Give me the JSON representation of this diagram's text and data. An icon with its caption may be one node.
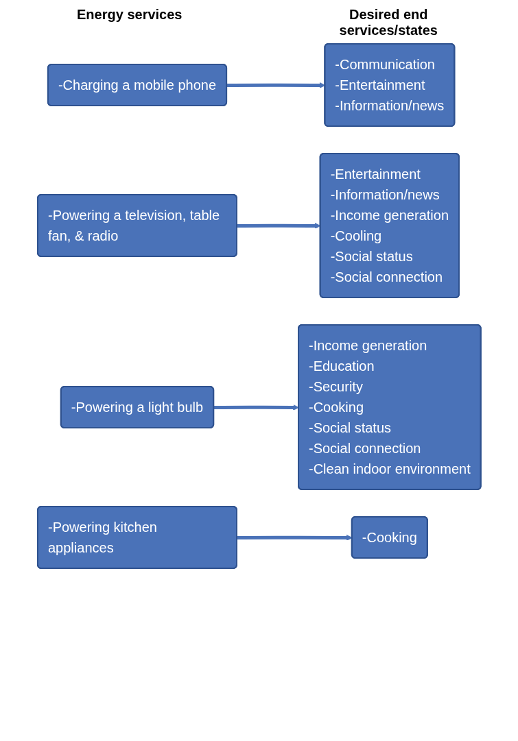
{
  "diagram": {
    "nodes": [
      {
        "text": [
          "-Charging a mobile phone"
        ]
      },
      {
        "text": [
          "-Communication",
          "-Entertainment",
          "-Information/news"
        ]
      },
      {
        "text": [
          "-Powering a television, table fan, & radio"
        ]
      },
      {
        "text": [
          "-Entertainment",
          "-Information/news",
          "-Income generation",
          "-Cooling",
          "-Social status",
          "-Social connection"
        ]
      },
      {
        "text": [
          "-Powering a light bulb"
        ]
      },
      {
        "text": [
          "-Income generation",
          "-Education",
          "-Security",
          "-Cooking",
          "-Social status",
          "-Social connection",
          "-Clean indoor environment"
        ]
      },
      {
        "text": [
          "-Powering kitchen appliances"
        ]
      },
      {
        "text": [
          "-Cooking"
        ]
      }
    ],
    "edges": [
      {
        "from": 0,
        "to": 1,
        "arrow": "to"
      },
      {
        "from": 2,
        "to": 3,
        "arrow": "to"
      },
      {
        "from": 4,
        "to": 5,
        "arrow": "to"
      },
      {
        "from": 6,
        "to": 7,
        "arrow": "to"
      }
    ],
    "labels": [
      "Energy services",
      "Desired end services/states"
    ]
  }
}
